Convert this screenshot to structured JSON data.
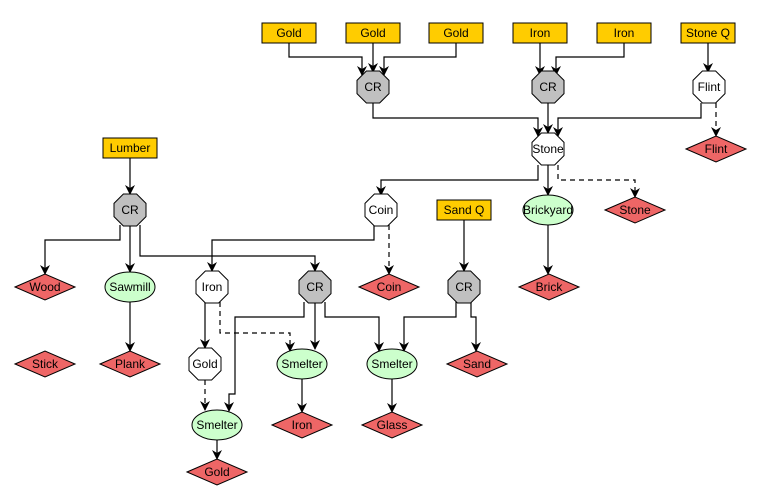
{
  "colors": {
    "source": "#FFCC00",
    "crafter": "#C0C0C0",
    "machine": "#CCFFCC",
    "product": "#EE6666",
    "intermediate": "#FFFFFF"
  },
  "nodes": [
    {
      "id": "gold_src1",
      "label": "Gold",
      "shape": "box",
      "kind": "source"
    },
    {
      "id": "gold_src2",
      "label": "Gold",
      "shape": "box",
      "kind": "source"
    },
    {
      "id": "gold_src3",
      "label": "Gold",
      "shape": "box",
      "kind": "source"
    },
    {
      "id": "iron_src1",
      "label": "Iron",
      "shape": "box",
      "kind": "source"
    },
    {
      "id": "iron_src2",
      "label": "Iron",
      "shape": "box",
      "kind": "source"
    },
    {
      "id": "stoneq",
      "label": "Stone Q",
      "shape": "box",
      "kind": "source"
    },
    {
      "id": "cr1",
      "label": "CR",
      "shape": "octagon",
      "kind": "crafter"
    },
    {
      "id": "cr2",
      "label": "CR",
      "shape": "octagon",
      "kind": "crafter"
    },
    {
      "id": "flint_oct",
      "label": "Flint",
      "shape": "octagon",
      "kind": "intermediate"
    },
    {
      "id": "stone_oct",
      "label": "Stone",
      "shape": "octagon",
      "kind": "intermediate"
    },
    {
      "id": "flint_out",
      "label": "Flint",
      "shape": "diamond",
      "kind": "product"
    },
    {
      "id": "lumber",
      "label": "Lumber",
      "shape": "box",
      "kind": "source"
    },
    {
      "id": "cr3",
      "label": "CR",
      "shape": "octagon",
      "kind": "crafter"
    },
    {
      "id": "coin_oct",
      "label": "Coin",
      "shape": "octagon",
      "kind": "intermediate"
    },
    {
      "id": "sandq",
      "label": "Sand Q",
      "shape": "box",
      "kind": "source"
    },
    {
      "id": "brickyard",
      "label": "Brickyard",
      "shape": "ellipse",
      "kind": "machine"
    },
    {
      "id": "stone_out",
      "label": "Stone",
      "shape": "diamond",
      "kind": "product"
    },
    {
      "id": "wood",
      "label": "Wood",
      "shape": "diamond",
      "kind": "product"
    },
    {
      "id": "sawmill",
      "label": "Sawmill",
      "shape": "ellipse",
      "kind": "machine"
    },
    {
      "id": "iron_oct",
      "label": "Iron",
      "shape": "octagon",
      "kind": "intermediate"
    },
    {
      "id": "cr4",
      "label": "CR",
      "shape": "octagon",
      "kind": "crafter"
    },
    {
      "id": "coin_out",
      "label": "Coin",
      "shape": "diamond",
      "kind": "product"
    },
    {
      "id": "cr5",
      "label": "CR",
      "shape": "octagon",
      "kind": "crafter"
    },
    {
      "id": "brick",
      "label": "Brick",
      "shape": "diamond",
      "kind": "product"
    },
    {
      "id": "stick",
      "label": "Stick",
      "shape": "diamond",
      "kind": "product"
    },
    {
      "id": "plank",
      "label": "Plank",
      "shape": "diamond",
      "kind": "product"
    },
    {
      "id": "gold_oct",
      "label": "Gold",
      "shape": "octagon",
      "kind": "intermediate"
    },
    {
      "id": "smelter_iron",
      "label": "Smelter",
      "shape": "ellipse",
      "kind": "machine"
    },
    {
      "id": "smelter_glass",
      "label": "Smelter",
      "shape": "ellipse",
      "kind": "machine"
    },
    {
      "id": "sand",
      "label": "Sand",
      "shape": "diamond",
      "kind": "product"
    },
    {
      "id": "smelter_gold",
      "label": "Smelter",
      "shape": "ellipse",
      "kind": "machine"
    },
    {
      "id": "iron_out",
      "label": "Iron",
      "shape": "diamond",
      "kind": "product"
    },
    {
      "id": "glass",
      "label": "Glass",
      "shape": "diamond",
      "kind": "product"
    },
    {
      "id": "gold_out",
      "label": "Gold",
      "shape": "diamond",
      "kind": "product"
    }
  ],
  "edges": [
    {
      "from": "gold_src1",
      "to": "cr1",
      "style": "solid"
    },
    {
      "from": "gold_src2",
      "to": "cr1",
      "style": "solid"
    },
    {
      "from": "gold_src3",
      "to": "cr1",
      "style": "solid"
    },
    {
      "from": "iron_src1",
      "to": "cr2",
      "style": "solid"
    },
    {
      "from": "iron_src2",
      "to": "cr2",
      "style": "solid"
    },
    {
      "from": "stoneq",
      "to": "flint_oct",
      "style": "solid"
    },
    {
      "from": "cr1",
      "to": "stone_oct",
      "style": "solid"
    },
    {
      "from": "cr2",
      "to": "stone_oct",
      "style": "solid"
    },
    {
      "from": "flint_oct",
      "to": "stone_oct",
      "style": "solid"
    },
    {
      "from": "flint_oct",
      "to": "flint_out",
      "style": "dashed"
    },
    {
      "from": "stone_oct",
      "to": "coin_oct",
      "style": "solid"
    },
    {
      "from": "stone_oct",
      "to": "brickyard",
      "style": "solid"
    },
    {
      "from": "stone_oct",
      "to": "stone_out",
      "style": "dashed"
    },
    {
      "from": "lumber",
      "to": "cr3",
      "style": "solid"
    },
    {
      "from": "cr3",
      "to": "wood",
      "style": "solid"
    },
    {
      "from": "cr3",
      "to": "sawmill",
      "style": "solid"
    },
    {
      "from": "cr3",
      "to": "cr4",
      "style": "solid"
    },
    {
      "from": "coin_oct",
      "to": "iron_oct",
      "style": "solid"
    },
    {
      "from": "coin_oct",
      "to": "coin_out",
      "style": "dashed"
    },
    {
      "from": "sandq",
      "to": "cr5",
      "style": "solid"
    },
    {
      "from": "brickyard",
      "to": "brick",
      "style": "solid"
    },
    {
      "from": "sawmill",
      "to": "plank",
      "style": "solid"
    },
    {
      "from": "iron_oct",
      "to": "gold_oct",
      "style": "solid"
    },
    {
      "from": "iron_oct",
      "to": "smelter_iron",
      "style": "dashed"
    },
    {
      "from": "cr4",
      "to": "smelter_gold",
      "style": "solid"
    },
    {
      "from": "cr4",
      "to": "smelter_iron",
      "style": "solid"
    },
    {
      "from": "cr4",
      "to": "smelter_glass",
      "style": "solid"
    },
    {
      "from": "cr5",
      "to": "smelter_glass",
      "style": "solid"
    },
    {
      "from": "cr5",
      "to": "sand",
      "style": "solid"
    },
    {
      "from": "gold_oct",
      "to": "smelter_gold",
      "style": "dashed"
    },
    {
      "from": "smelter_gold",
      "to": "gold_out",
      "style": "solid"
    },
    {
      "from": "smelter_iron",
      "to": "iron_out",
      "style": "solid"
    },
    {
      "from": "smelter_glass",
      "to": "glass",
      "style": "solid"
    }
  ]
}
